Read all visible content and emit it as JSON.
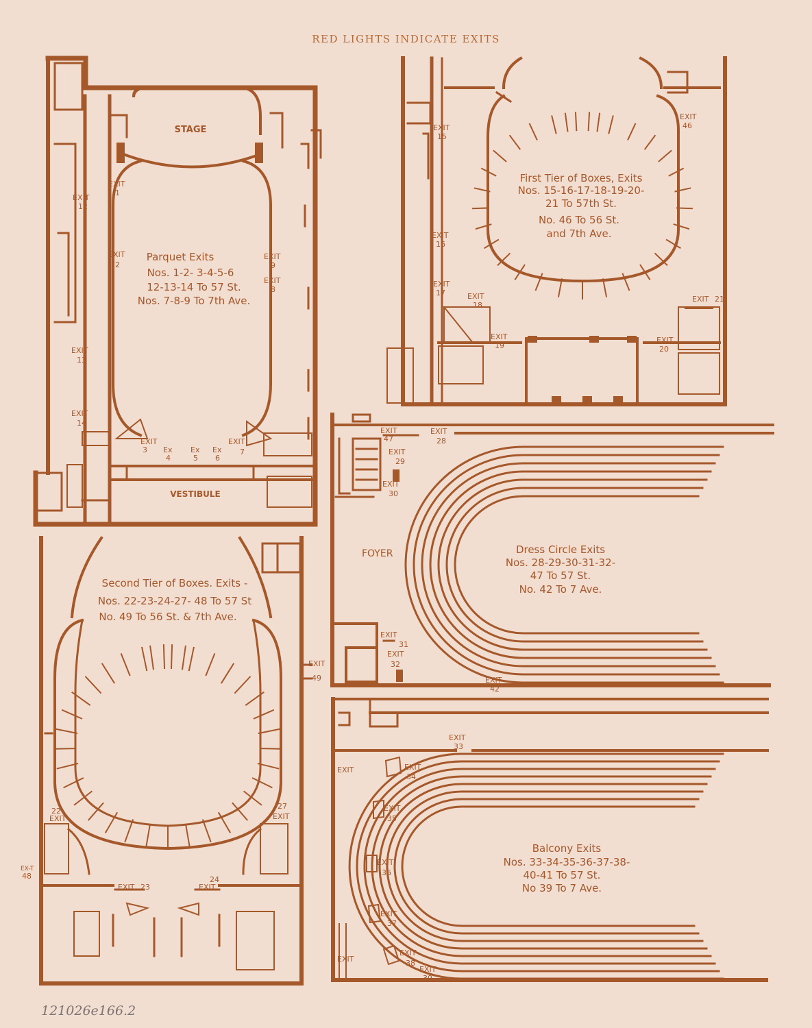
{
  "header": "RED LIGHTS INDICATE EXITS",
  "catalog_note": "121026e166.2",
  "plans": {
    "parquet": {
      "stage": "STAGE",
      "vestibule": "VESTIBULE",
      "title": "Parquet Exits",
      "lines": [
        "Nos. 1-2- 3-4-5-6",
        "12-13-14 To 57 St.",
        "Nos. 7-8-9 To 7th Ave."
      ],
      "exit_word": "EXIT",
      "ex_word": "Ex",
      "nums": [
        "1",
        "2",
        "3",
        "4",
        "5",
        "6",
        "7",
        "8",
        "9",
        "12",
        "13",
        "14"
      ]
    },
    "first_tier": {
      "lines": [
        "First Tier of Boxes, Exits",
        "Nos. 15-16-17-18-19-20-",
        "21 To 57th St.",
        "No. 46 To 56 St.",
        "and 7th Ave."
      ],
      "exit_word": "EXIT",
      "nums": [
        "15",
        "16",
        "17",
        "18",
        "19",
        "20",
        "21",
        "46"
      ]
    },
    "second_tier": {
      "lines": [
        "Second Tier of Boxes. Exits -",
        "Nos. 22-23-24-27- 48 To 57 St",
        "No. 49 To 56 St. & 7th Ave."
      ],
      "exit_word": "EXIT",
      "exit_short": "EX-T",
      "nums": [
        "22",
        "23",
        "24",
        "27",
        "48",
        "49"
      ]
    },
    "dress_circle": {
      "foyer": "FOYER",
      "lines": [
        "Dress Circle Exits",
        "Nos. 28-29-30-31-32-",
        "47 To 57 St.",
        "No. 42 To 7 Ave."
      ],
      "exit_word": "EXIT",
      "nums": [
        "28",
        "29",
        "30",
        "31",
        "32",
        "42",
        "47"
      ]
    },
    "balcony": {
      "lines": [
        "Balcony Exits",
        "Nos. 33-34-35-36-37-38-",
        "40-41 To 57 St.",
        "No 39 To 7 Ave."
      ],
      "exit_word": "EXIT",
      "nums": [
        "33",
        "34",
        "35",
        "36",
        "37",
        "38",
        "39"
      ]
    }
  },
  "colors": {
    "ink": "#a5582a",
    "paper": "#f2ddd1",
    "pencil": "#7c7471"
  }
}
